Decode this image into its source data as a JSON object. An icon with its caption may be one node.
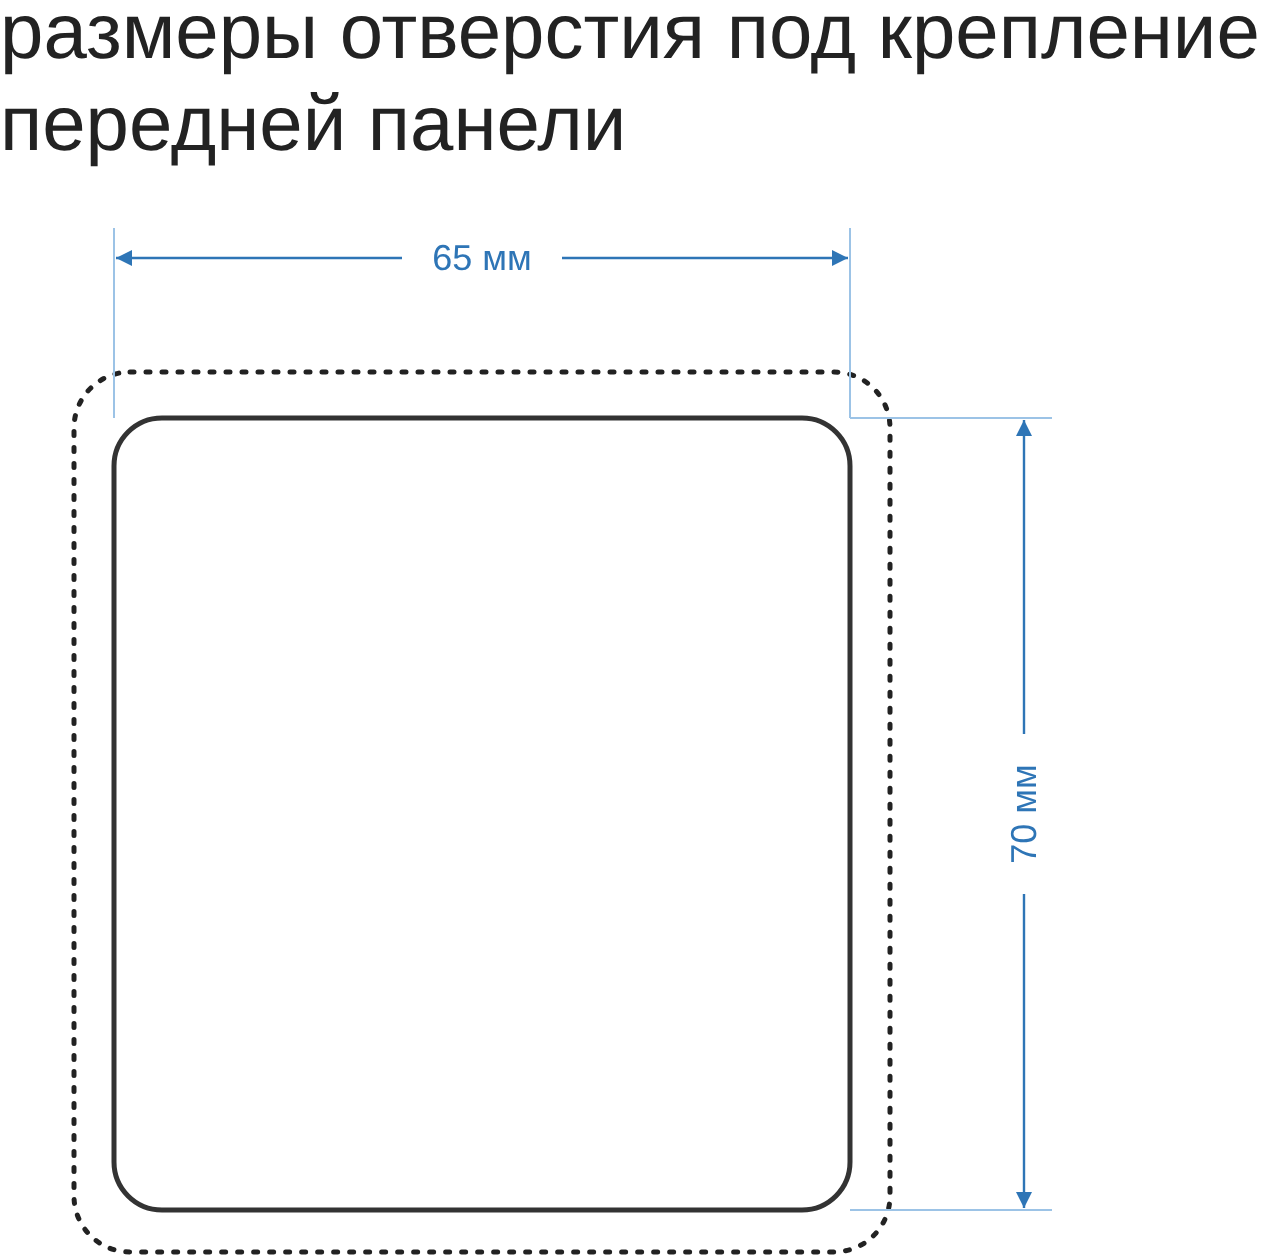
{
  "diagram": {
    "title": "размеры отверстия под крепление передней панели",
    "labels": [
      "65 мм",
      "70 мм"
    ]
  }
}
